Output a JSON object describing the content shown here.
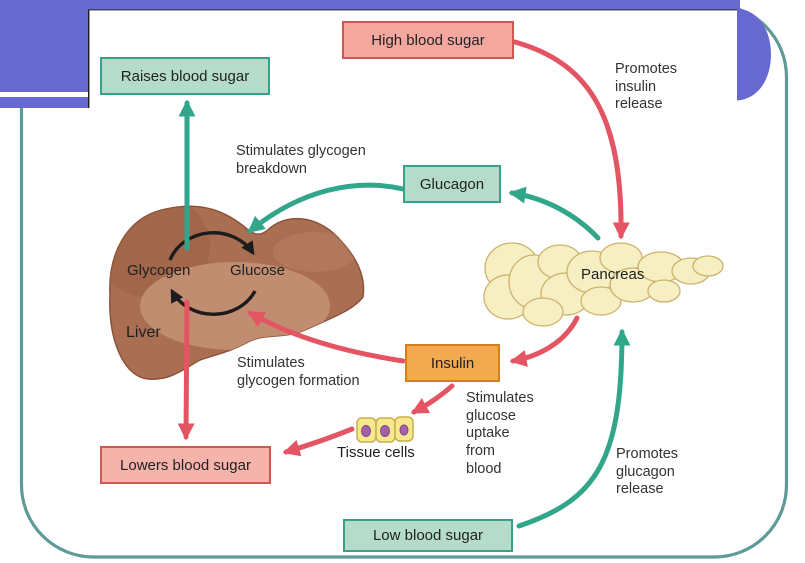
{
  "decor": {
    "banner_color": "#6769d0",
    "frame_color": "#5e9a96"
  },
  "palette": {
    "teal_arrow": "#32a68b",
    "red_arrow": "#e45564",
    "green_box_fill": "#b5dcca",
    "green_box_border": "#36a289",
    "salmon_box_fill": "#f3a79f",
    "salmon_box_border": "#cf5a51",
    "orange_box_fill": "#f3a94f",
    "orange_box_border": "#d2801f",
    "liver_color": "#a96e52",
    "pancreas_color": "#f6efc3",
    "tissue_cell_fill": "#f6e88d",
    "tissue_nucleus_color": "#a261a8",
    "cycle_arrow_color": "#1c1c1c"
  },
  "boxes": {
    "raises": "Raises blood sugar",
    "high": "High blood sugar",
    "glucagon": "Glucagon",
    "insulin": "Insulin",
    "lowers": "Lowers blood sugar",
    "low": "Low blood sugar"
  },
  "organ_labels": {
    "glycogen": "Glycogen",
    "glucose": "Glucose",
    "liver": "Liver",
    "pancreas": "Pancreas",
    "tissue_cells": "Tissue cells"
  },
  "annotations": {
    "promotes_insulin": "Promotes\ninsulin\nrelease",
    "stimulates_breakdown": "Stimulates glycogen\nbreakdown",
    "stimulates_formation": "Stimulates\nglycogen formation",
    "stimulates_uptake": "Stimulates\nglucose\nuptake\nfrom\nblood",
    "promotes_glucagon": "Promotes\nglucagon\nrelease"
  }
}
